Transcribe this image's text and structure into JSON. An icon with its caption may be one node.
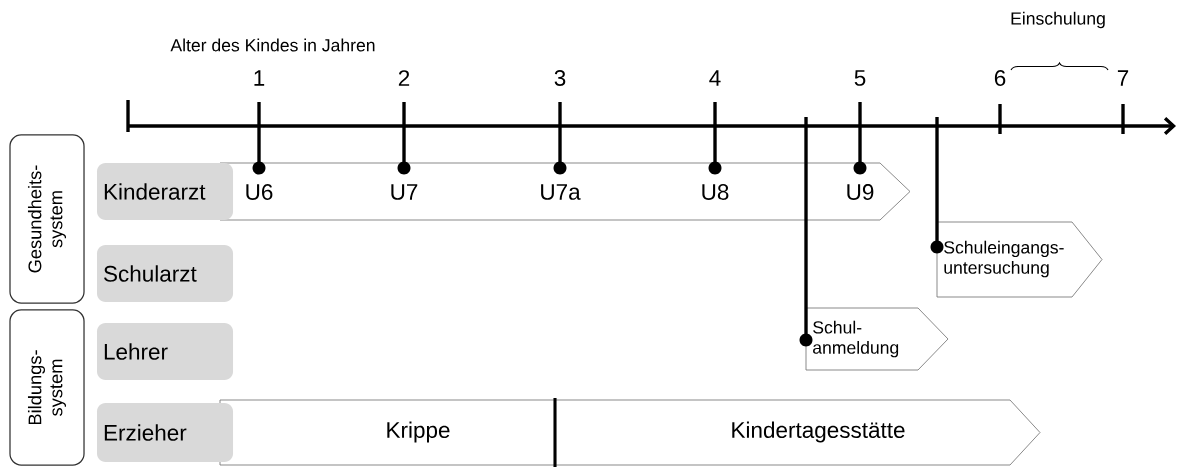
{
  "diagram": {
    "nodes": [
      {
        "text": [
          "Gesundheits- system"
        ]
      },
      {
        "text": [
          "Bildungs- system"
        ]
      },
      {
        "text": [
          "Kinderarzt"
        ]
      },
      {
        "text": [
          "Schularzt"
        ]
      },
      {
        "text": [
          "Lehrer"
        ]
      },
      {
        "text": [
          "Erzieher"
        ]
      },
      {
        "text": [
          "U6",
          "U7",
          "U7a",
          "U8",
          "U9"
        ]
      },
      {
        "text": [
          "Schuleingangs- untersuchung"
        ]
      },
      {
        "text": [
          "Schul- anmeldung"
        ]
      },
      {
        "text": [
          "Krippe",
          "Kindertagesstätte"
        ]
      }
    ],
    "labels": [
      "Alter des Kindes in Jahren",
      "Einschulung",
      "1",
      "2",
      "3",
      "4",
      "5",
      "6",
      "7"
    ]
  }
}
